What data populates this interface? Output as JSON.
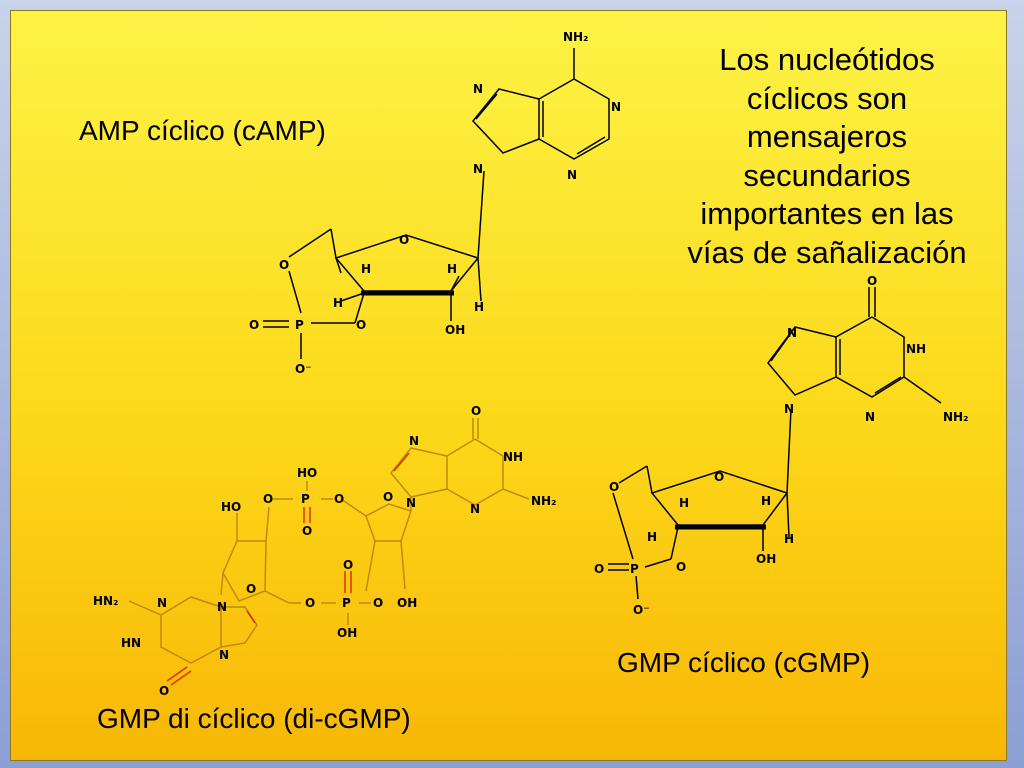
{
  "labels": {
    "camp": "AMP cíclico (cAMP)",
    "cgmp": "GMP cíclico (cGMP)",
    "dicgmp": "GMP di cíclico (di-cGMP)"
  },
  "headline_lines": [
    "Los nucleótidos",
    "cíclicos son",
    "mensajeros",
    "secundarios",
    "importantes en las",
    "vías de sañalización"
  ],
  "camp_atoms": {
    "nh2": "NH₂",
    "n_top": "N",
    "n_right": "N",
    "n_bottom": "N",
    "n_left": "N",
    "o_ring": "O",
    "o_ester": "O",
    "o_link": "O",
    "p": "P",
    "o_double": "O",
    "o_minus": "O⁻",
    "h1": "H",
    "h2": "H",
    "h3": "H",
    "h4": "H",
    "oh": "OH"
  },
  "cgmp_atoms": {
    "o_carbonyl": "O",
    "nh": "NH",
    "n_top": "N",
    "n_left": "N",
    "n_bottom": "N",
    "nh2": "NH₂",
    "o_ring": "O",
    "o_ester": "O",
    "o_link": "O",
    "p": "P",
    "o_double": "O",
    "o_minus": "O⁻",
    "h1": "H",
    "h2": "H",
    "h3": "H",
    "h4": "H",
    "oh": "OH"
  },
  "dicgmp_atoms": {
    "o_top": "O",
    "nh_top": "NH",
    "n_top": "N",
    "n_top_left": "N",
    "nh2_top": "NH₂",
    "n_top_bot": "N",
    "o_ring_top": "O",
    "ho_p": "HO",
    "p_top": "P",
    "o_p_double_top": "O",
    "o_p_left": "O",
    "o_p_right": "O",
    "ho_left": "HO",
    "o_ring_bot": "O",
    "o_link_bot": "O",
    "p_bot": "P",
    "o_p_double_bot": "O",
    "o_p_r": "O",
    "oh_p_bot": "OH",
    "oh_right": "OH",
    "nh2_bot": "HN₂",
    "n_bot": "N",
    "n_bot_right": "N",
    "hn_bot": "HN",
    "n_bot_bottom": "N",
    "o_bot": "O"
  },
  "colors": {
    "background_top": "#fdf346",
    "background_bottom": "#f8b707",
    "frame": "#8c9fd3",
    "bond_black": "#000000",
    "bond_gold": "#c08a00",
    "bond_red": "#e03000"
  }
}
